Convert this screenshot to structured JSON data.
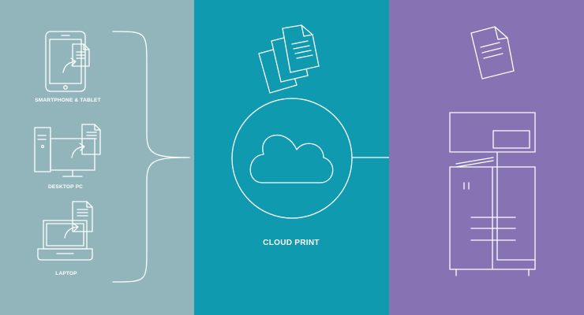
{
  "colors": {
    "left_panel": "#92b5bb",
    "middle_panel": "#0f9ab0",
    "right_panel": "#8673b3",
    "stroke": "#ffffff"
  },
  "devices": [
    {
      "label": "SMARTPHONE & TABLET",
      "icon": "tablet-icon"
    },
    {
      "label": "DESKTOP PC",
      "icon": "desktop-pc-icon"
    },
    {
      "label": "LAPTOP",
      "icon": "laptop-icon"
    }
  ],
  "cloud": {
    "label": "CLOUD PRINT",
    "icon": "cloud-icon"
  },
  "printer": {
    "icon": "printer-icon"
  }
}
